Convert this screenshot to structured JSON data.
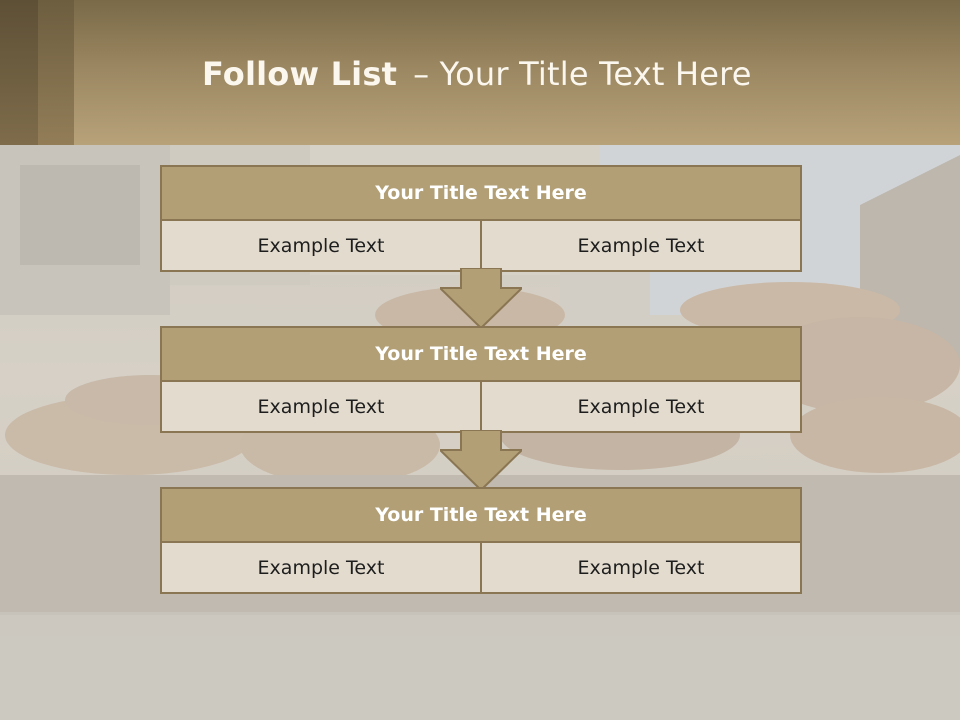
{
  "slide": {
    "title_bold": "Follow List",
    "title_rest": "– Your Title Text Here"
  },
  "steps": [
    {
      "title": "Your Title Text Here",
      "left": "Example Text",
      "right": "Example Text"
    },
    {
      "title": "Your Title Text Here",
      "left": "Example Text",
      "right": "Example Text"
    },
    {
      "title": "Your Title Text Here",
      "left": "Example Text",
      "right": "Example Text"
    }
  ],
  "colors": {
    "header": "#9a8660",
    "box_title": "#b29f76",
    "box_cell": "#e2dbce",
    "border": "#8a7652"
  }
}
